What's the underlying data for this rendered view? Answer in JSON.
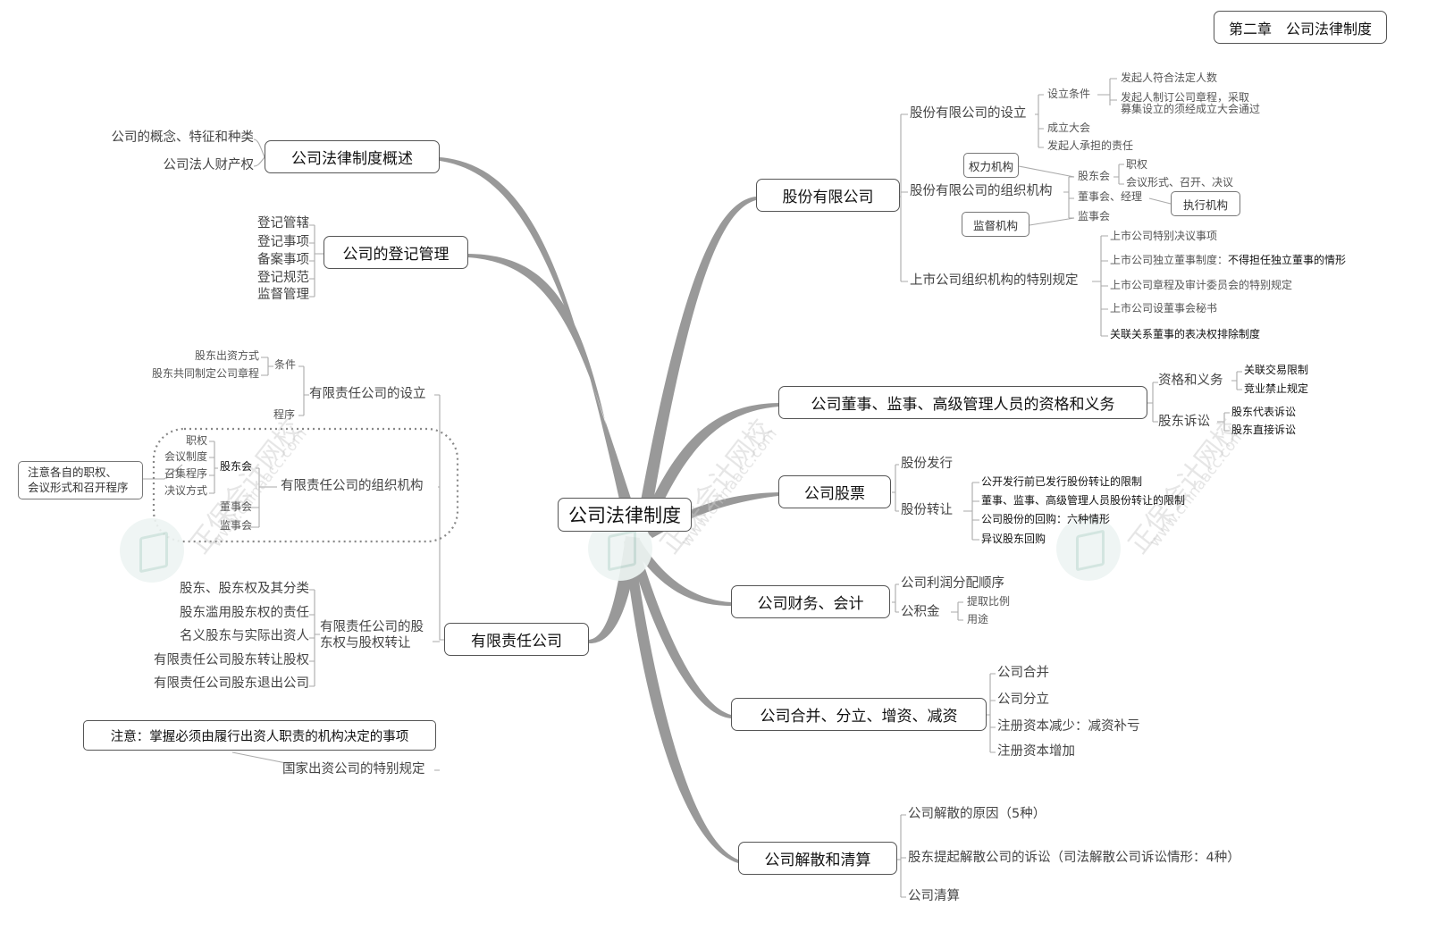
{
  "chapter_title": "第二章　公司法律制度",
  "center": "公司法律制度",
  "watermark": {
    "text": "正保会计网校",
    "url": "www.chinaacc.com"
  },
  "overview": {
    "title": "公司法律制度概述",
    "items": [
      "公司的概念、特征和种类",
      "公司法人财产权"
    ]
  },
  "registration": {
    "title": "公司的登记管理",
    "items": [
      "登记管辖",
      "登记事项",
      "备案事项",
      "登记规范",
      "监督管理"
    ]
  },
  "llc": {
    "title": "有限责任公司",
    "setup": {
      "label": "有限责任公司的设立",
      "condition_label": "条件",
      "conditions": [
        "股东出资方式",
        "股东共同制定公司章程"
      ],
      "procedure": "程序"
    },
    "org": {
      "label": "有限责任公司的组织机构",
      "shareholder_meeting": "股东会",
      "sm_items": [
        "职权",
        "会议制度",
        "召集程序",
        "决议方式"
      ],
      "board": "董事会",
      "supervisors": "监事会",
      "note": "注意各自的职权、\n会议形式和召开程序"
    },
    "equity": {
      "label": "有限责任公司的股\n东权与股权转让",
      "items": [
        "股东、股东权及其分类",
        "股东滥用股东权的责任",
        "名义股东与实际出资人",
        "有限责任公司股东转让股权",
        "有限责任公司股东退出公司"
      ]
    },
    "state": {
      "label": "国家出资公司的特别规定",
      "note": "注意：掌握必须由履行出资人职责的机构决定的事项"
    }
  },
  "jsc": {
    "title": "股份有限公司",
    "setup": {
      "label": "股份有限公司的设立",
      "cond_label": "设立条件",
      "cond_items": [
        "发起人符合法定人数",
        "发起人制订公司章程，采取\n募集设立的须经成立大会通过"
      ],
      "meeting": "成立大会",
      "liability": "发起人承担的责任"
    },
    "org": {
      "label": "股份有限公司的组织机构",
      "power": "权力机构",
      "gm": "股东会",
      "gm_items": [
        "职权",
        "会议形式、召开、决议"
      ],
      "board": "董事会、经理",
      "exec": "执行机构",
      "sup": "监事会",
      "sup_box": "监督机构"
    },
    "listed": {
      "label": "上市公司组织机构的特别规定",
      "items": [
        "上市公司特别决议事项",
        "上市公司独立董事制度：",
        "上市公司章程及审计委员会的特别规定",
        "上市公司设董事会秘书",
        "关联关系董事的表决权排除制度"
      ],
      "independent_suffix": "不得担任独立董事的情形"
    }
  },
  "directors": {
    "title": "公司董事、监事、高级管理人员的资格和义务",
    "duty": {
      "label": "资格和义务",
      "items": [
        "关联交易限制",
        "竞业禁止规定"
      ]
    },
    "suit": {
      "label": "股东诉讼",
      "items": [
        "股东代表诉讼",
        "股东直接诉讼"
      ]
    }
  },
  "shares": {
    "title": "公司股票",
    "issue": "股份发行",
    "transfer": {
      "label": "股份转让",
      "items": [
        "公开发行前已发行股份转让的限制",
        "董事、监事、高级管理人员股份转让的限制",
        "公司股份的回购：六种情形",
        "异议股东回购"
      ]
    }
  },
  "finance": {
    "title": "公司财务、会计",
    "profit": "公司利润分配顺序",
    "reserve": {
      "label": "公积金",
      "items": [
        "提取比例",
        "用途"
      ]
    }
  },
  "merger": {
    "title": "公司合并、分立、增资、减资",
    "items": [
      "公司合并",
      "公司分立",
      "注册资本减少：减资补亏",
      "注册资本增加"
    ]
  },
  "dissolution": {
    "title": "公司解散和清算",
    "items": [
      "公司解散的原因（5种）",
      "股东提起解散公司的诉讼（司法解散公司诉讼情形：4种）",
      "公司清算"
    ]
  }
}
